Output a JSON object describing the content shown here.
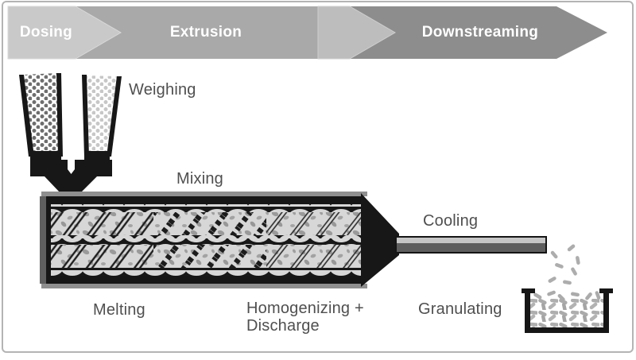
{
  "page": {
    "type": "process-flow-diagram"
  },
  "banner": {
    "text_color": "#ffffff",
    "stages": [
      {
        "label": "Dosing",
        "color": "#c9c9c9"
      },
      {
        "label": "Extrusion",
        "color": "#a9a9a9"
      },
      {
        "label": "Downstreaming",
        "color": "#8d8d8d"
      }
    ],
    "transition_chevron_color": "#bdbdbd"
  },
  "labels": {
    "weighing": "Weighing",
    "mixing": "Mixing",
    "melting": "Melting",
    "homogenizing_discharge": "Homogenizing +\nDischarge",
    "cooling": "Cooling",
    "granulating": "Granulating"
  },
  "colors": {
    "frame_border": "#b4b4b4",
    "background": "#ffffff",
    "label_text": "#4f4f4f",
    "ink": "#171717",
    "granule_dark": "#6e6e6e",
    "granule_light": "#c7c7c7",
    "screw_fill": "#d7d7d7",
    "screw_speckle": "#9a9a9a",
    "barrel_trim": "#8f8f8f",
    "strand_top": "#c6c6c6",
    "strand_bottom": "#5e5e5e",
    "pellet": "#ababab"
  },
  "components": [
    {
      "name": "hopper-left-icon",
      "desc": "feed hopper with dark granules"
    },
    {
      "name": "hopper-right-icon",
      "desc": "feed hopper with light granules"
    },
    {
      "name": "feeder-funnel-icon",
      "desc": "feeder block and funnel"
    },
    {
      "name": "twin-screw-extruder-icon",
      "desc": "twin-screw extruder barrel"
    },
    {
      "name": "die-icon",
      "desc": "extrusion die"
    },
    {
      "name": "cooling-strand-icon",
      "desc": "cooled extrudate strand"
    },
    {
      "name": "falling-pellets-icon",
      "desc": "falling pellets"
    },
    {
      "name": "granulate-container-icon",
      "desc": "container with granulate"
    }
  ]
}
